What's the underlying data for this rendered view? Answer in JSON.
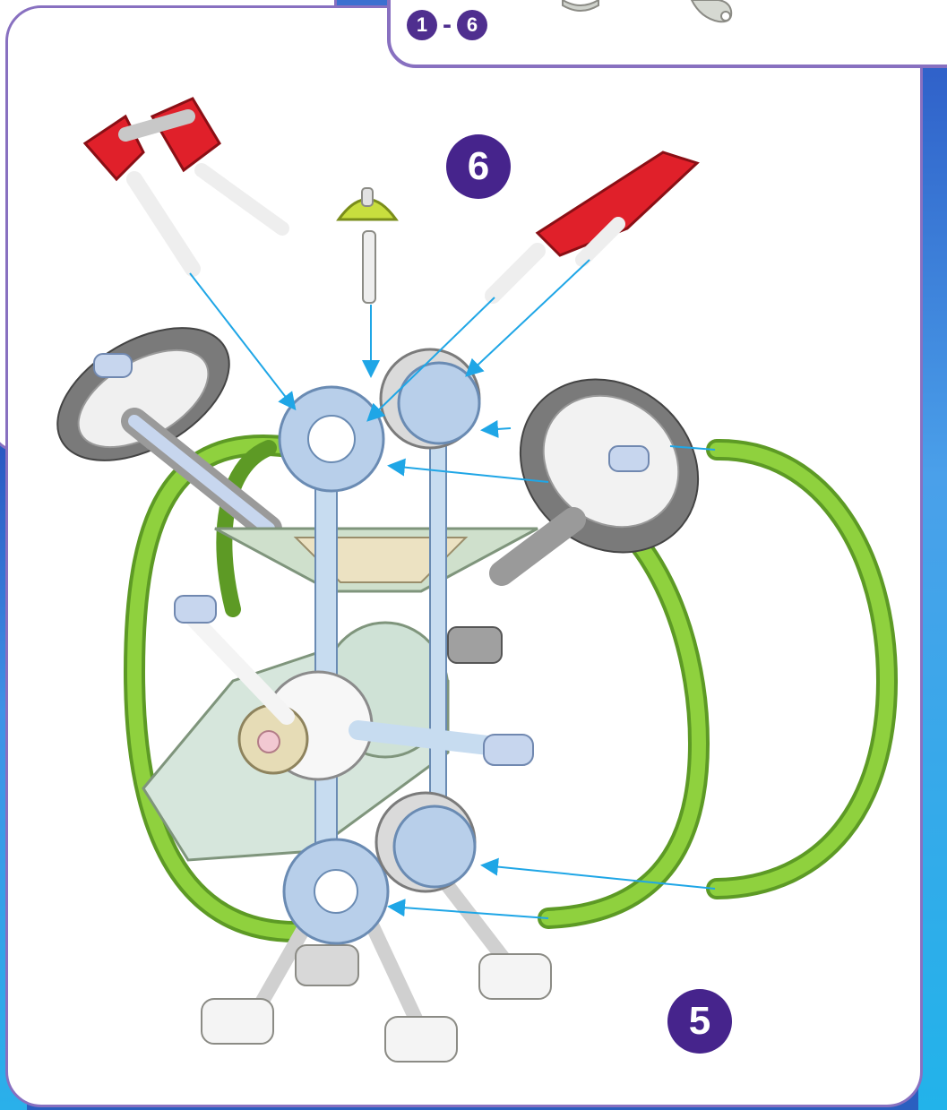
{
  "parts_panel": {
    "range_start": "1",
    "range_separator": "-",
    "range_end": "6"
  },
  "steps": {
    "step_a": "6",
    "step_b": "5"
  },
  "colors": {
    "frame": "#8870c0",
    "badge": "#46248c",
    "arrow": "#1fa6e6",
    "red_part": "#e0202a",
    "green_rod": "#86c93a",
    "light_blue_part": "#a9c4e6",
    "grey_part": "#8a8a8a"
  }
}
